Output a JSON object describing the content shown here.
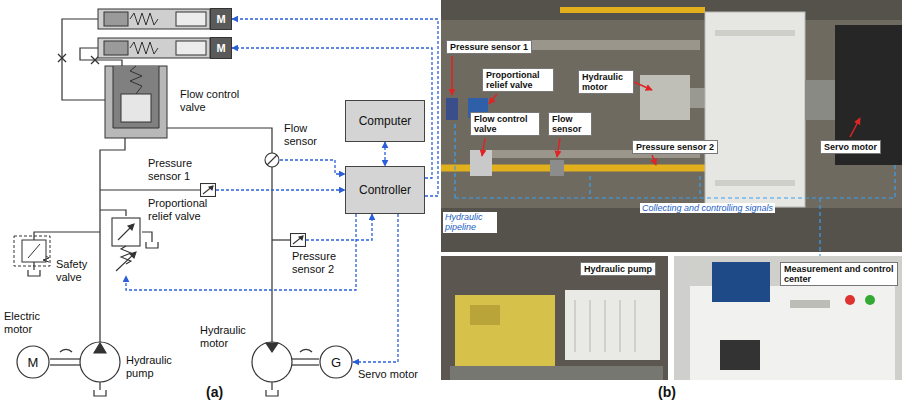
{
  "diagram": {
    "nodes": [
      {
        "text": [
          "Computer"
        ]
      },
      {
        "text": [
          "Controller"
        ]
      },
      {
        "text": [
          "M"
        ]
      },
      {
        "text": [
          "M"
        ]
      },
      {
        "text": [
          "Flow sensor"
        ]
      },
      {
        "text": [
          "Pressure sensor 1"
        ]
      },
      {
        "text": [
          "Pressure sensor 2"
        ]
      },
      {
        "text": [
          "Proportional relief valve"
        ]
      },
      {
        "text": [
          "G"
        ]
      },
      {
        "text": [
          "M"
        ]
      },
      {
        "text": [
          "Pressure sensor 1"
        ]
      },
      {
        "text": [
          "Proportional relief valve"
        ]
      },
      {
        "text": [
          "Hydraulic motor"
        ]
      },
      {
        "text": [
          "Flow control valve"
        ]
      },
      {
        "text": [
          "Flow sensor"
        ]
      },
      {
        "text": [
          "Pressure sensor 2"
        ]
      },
      {
        "text": [
          "Servo motor"
        ]
      },
      {
        "text": [
          "Hydraulic pump"
        ]
      },
      {
        "text": [
          "Measurement and control center"
        ]
      }
    ],
    "edges": [
      {
        "from": 0,
        "to": 1,
        "arrow": "both"
      },
      {
        "from": 1,
        "to": 2,
        "arrow": "to"
      },
      {
        "from": 1,
        "to": 3,
        "arrow": "to"
      },
      {
        "from": 4,
        "to": 1,
        "arrow": "to"
      },
      {
        "from": 5,
        "to": 1,
        "arrow": "to"
      },
      {
        "from": 6,
        "to": 1,
        "arrow": "to"
      },
      {
        "from": 1,
        "to": 7,
        "arrow": "to"
      },
      {
        "from": 1,
        "to": 8,
        "arrow": "to"
      }
    ],
    "labels": [
      "Flow control valve",
      "Safety valve",
      "Electric motor",
      "Hydraulic pump",
      "Hydraulic motor",
      "Servo motor",
      "(a)",
      "Hydraulic pipeline",
      "Collecting and controlling signals",
      "(b)"
    ]
  }
}
